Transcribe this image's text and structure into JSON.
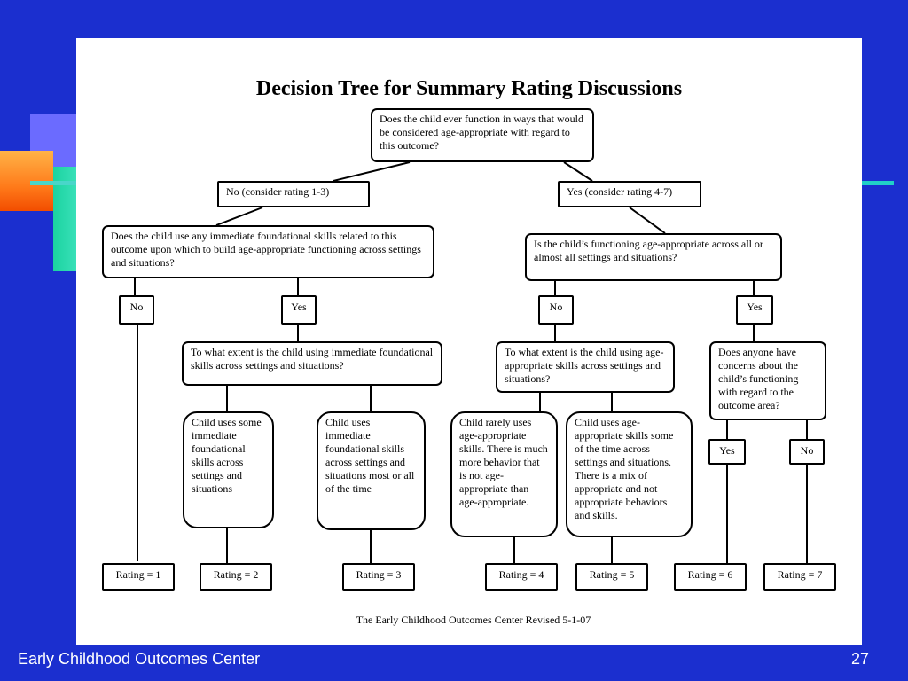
{
  "slide": {
    "title": "Decision Tree for Summary Rating Discussions",
    "footnote": "The Early Childhood Outcomes Center Revised 5-1-07"
  },
  "nodes": {
    "root_question": "Does the child ever function in ways that would be considered age-appropriate with regard to this outcome?",
    "no_branch": "No (consider rating 1-3)",
    "yes_branch": "Yes (consider rating 4-7)",
    "left_question": "Does the child use any immediate foundational skills related to this outcome upon which to build age-appropriate functioning across settings and situations?",
    "right_question": "Is the child’s functioning age-appropriate across all or almost all settings and situations?",
    "ll_no": "No",
    "ll_yes": "Yes",
    "rl_no": "No",
    "rl_yes": "Yes",
    "extent_foundational": "To what extent is the child using immediate foundational skills across settings and situations?",
    "extent_age": "To what extent is the child using age-appropriate skills across settings and situations?",
    "concerns": "Does anyone have concerns about the child’s functioning with regard to the outcome area?",
    "desc_some": "Child uses some immediate foundational skills across settings and situations",
    "desc_most": "Child uses immediate foundational skills across settings and situations most or all of the time",
    "desc_rarely": "Child rarely uses age-appropriate skills.  There is much more behavior that is not age-appropriate than age-appropriate.",
    "desc_sometimes": "Child uses age-appropriate skills some of the time across settings and situations.  There is a mix of appropriate and not appropriate behaviors and skills.",
    "concerns_yes": "Yes",
    "concerns_no": "No",
    "rating_1": "Rating = 1",
    "rating_2": "Rating = 2",
    "rating_3": "Rating = 3",
    "rating_4": "Rating = 4",
    "rating_5": "Rating = 5",
    "rating_6": "Rating = 6",
    "rating_7": "Rating = 7"
  },
  "footer": {
    "organization": "Early Childhood Outcomes Center",
    "page_number": "27"
  },
  "colors": {
    "background": "#1b2fcf",
    "slide": "#ffffff",
    "footer_text": "#ffffff"
  }
}
